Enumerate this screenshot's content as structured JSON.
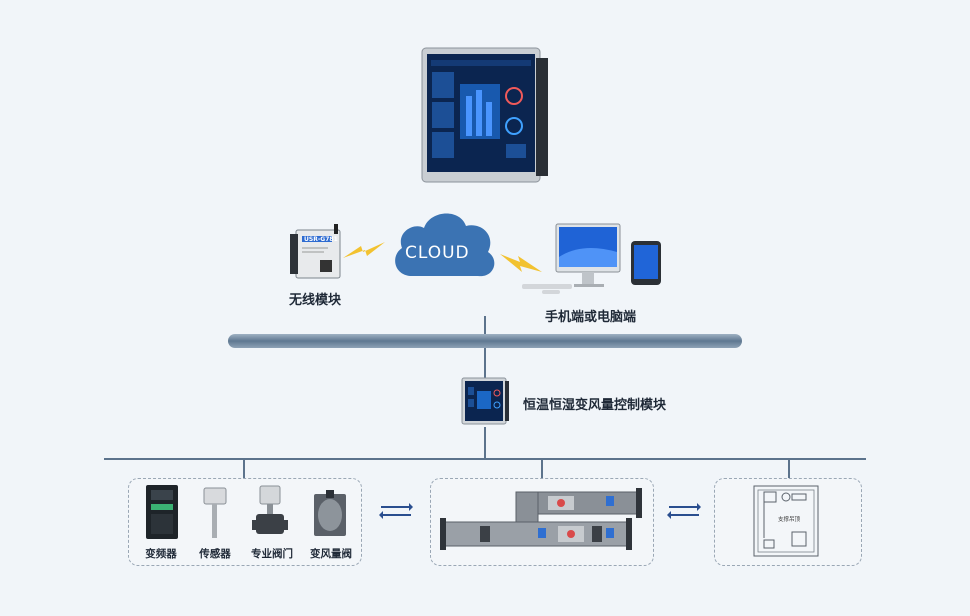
{
  "cloud": {
    "label": "CLOUD"
  },
  "wireless_module": {
    "label": "无线模块",
    "device_text": "USR-G781"
  },
  "client": {
    "label": "手机端或电脑端"
  },
  "controller": {
    "label": "恒温恒湿变风量控制模块"
  },
  "devices": [
    {
      "label": "变频器"
    },
    {
      "label": "传感器"
    },
    {
      "label": "专业阀门"
    },
    {
      "label": "变风量阀"
    }
  ],
  "floorplan": {
    "room_label": "支撑吊顶"
  },
  "colors": {
    "bus": "#5f7891",
    "cloud": "#3b73b3",
    "bolt": "#f2c230",
    "arrow": "#2a4e8f",
    "screen": "#0d2a57"
  }
}
